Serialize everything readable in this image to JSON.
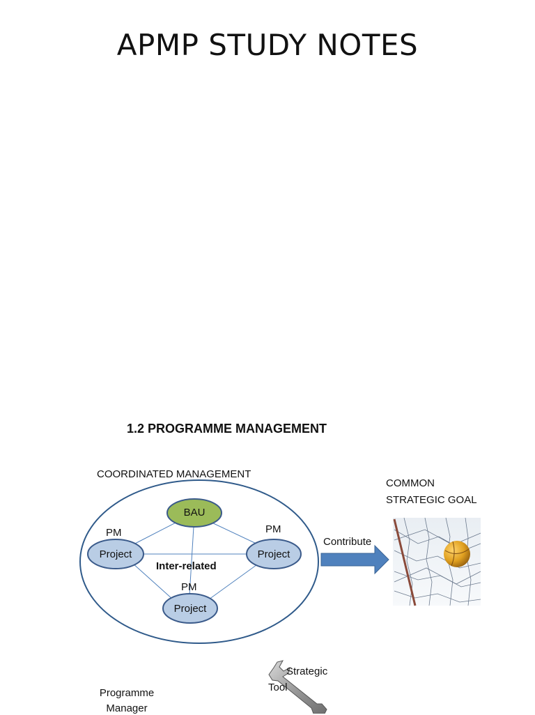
{
  "title": "APMP STUDY NOTES",
  "section": {
    "heading": "1.2 PROGRAMME MANAGEMENT"
  },
  "diagram": {
    "coordinated_label": "COORDINATED MANAGEMENT",
    "bau_label": "BAU",
    "project_label": "Project",
    "pm_label": "PM",
    "inter_related_label": "Inter-related",
    "contribute_label": "Contribute",
    "goal_label_line1": "COMMON",
    "goal_label_line2": "STRATEGIC GOAL",
    "tool_label_line1": "Strategic",
    "tool_label_line2": "Tool",
    "manager_label_line1": "Programme",
    "manager_label_line2": "Manager",
    "colors": {
      "ellipse_stroke": "#2f5a8a",
      "bau_fill": "#9bbb59",
      "project_fill": "#b9cde5",
      "arrow_fill": "#4f81bd",
      "connector": "#4f81bd"
    },
    "icons": [
      "goal-net-icon",
      "wrench-icon"
    ]
  }
}
